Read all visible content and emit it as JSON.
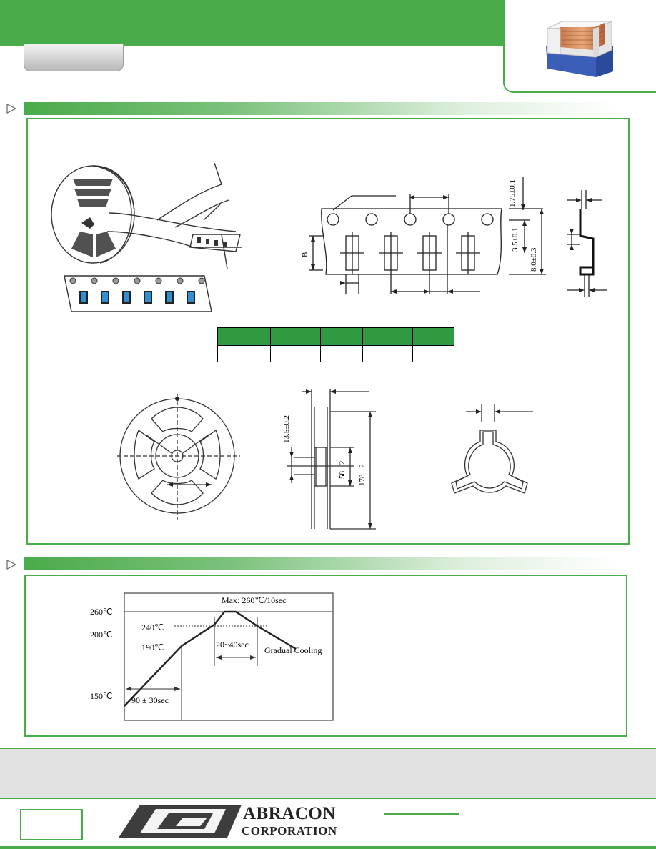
{
  "tape_drawing": {
    "dim_top_edge": "1.75±0.1",
    "dim_hole_offset": "3.5±0.1",
    "dim_tape_width": "8.0±0.3",
    "dim_b": "B"
  },
  "reel_drawing": {
    "dim_hub_width": "13.5±0.2",
    "dim_hub_dia": "58 ±2",
    "dim_reel_dia": "178 ±2"
  },
  "reflow_chart": {
    "peak_label": "Max: 260℃/10sec",
    "t260": "260℃",
    "t240": "240℃",
    "t200": "200℃",
    "t190": "190℃",
    "t150": "150℃",
    "reflow_time": "20~40sec",
    "preheat_time": "90 ± 30sec",
    "cooling": "Gradual Cooling"
  },
  "company": {
    "name_line1": "ABRACON",
    "name_line2": "CORPORATION"
  },
  "colors": {
    "brand_green": "#4aab4a",
    "table_green": "#2f9a40",
    "footer_gray": "#e2e2e2"
  }
}
